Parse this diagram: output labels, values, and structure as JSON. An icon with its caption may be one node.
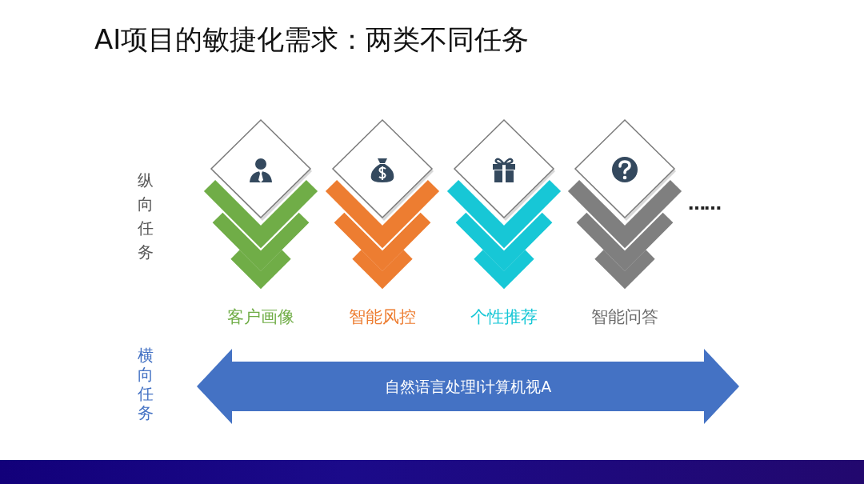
{
  "diagram": {
    "title": "AI项目的敏捷化需求：两类不同任务",
    "nodes": [
      {
        "text": [
          "客户画像"
        ]
      },
      {
        "text": [
          "智能风控"
        ]
      },
      {
        "text": [
          "个性推荐"
        ]
      },
      {
        "text": [
          "智能问答"
        ]
      },
      {
        "text": [
          "自然语言处理I计算机视A"
        ]
      }
    ],
    "labels": [
      "纵向任务",
      "……",
      "横向任务"
    ]
  }
}
